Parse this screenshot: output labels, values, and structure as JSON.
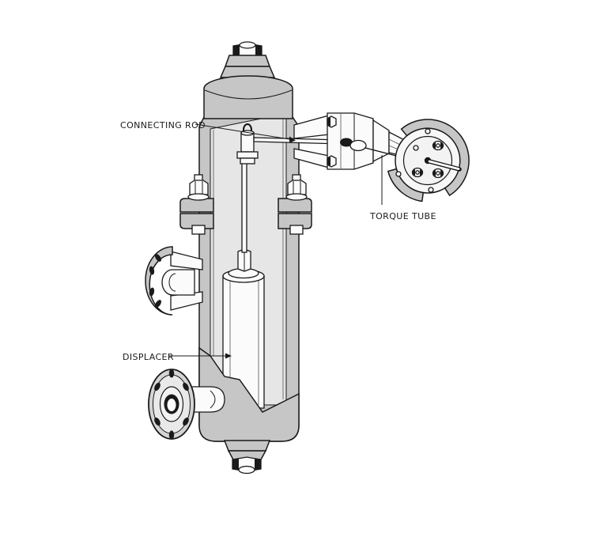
{
  "diagram": {
    "type": "technical-cutaway-illustration",
    "labels": {
      "connecting_rod": "CONNECTING ROD",
      "torque_tube": "TORQUE TUBE",
      "displacer": "DISPLACER"
    },
    "components": [
      "vent plug",
      "vessel head",
      "vessel body cutaway",
      "hanger loop",
      "connecting rod",
      "mid flange with stud bolts",
      "upper side nozzle flange",
      "lower side nozzle flange",
      "displacer",
      "torque arm housing",
      "torque tube",
      "torque tube end flange",
      "drain plug"
    ],
    "colors": {
      "outline": "#1a1a1a",
      "metal": "#c6c6c6",
      "metal_dark": "#bdbdbd",
      "cut_face": "#e6e6e6",
      "white_part": "#fbfbfb",
      "background": "#ffffff",
      "label_text": "#1a1a1a"
    }
  }
}
